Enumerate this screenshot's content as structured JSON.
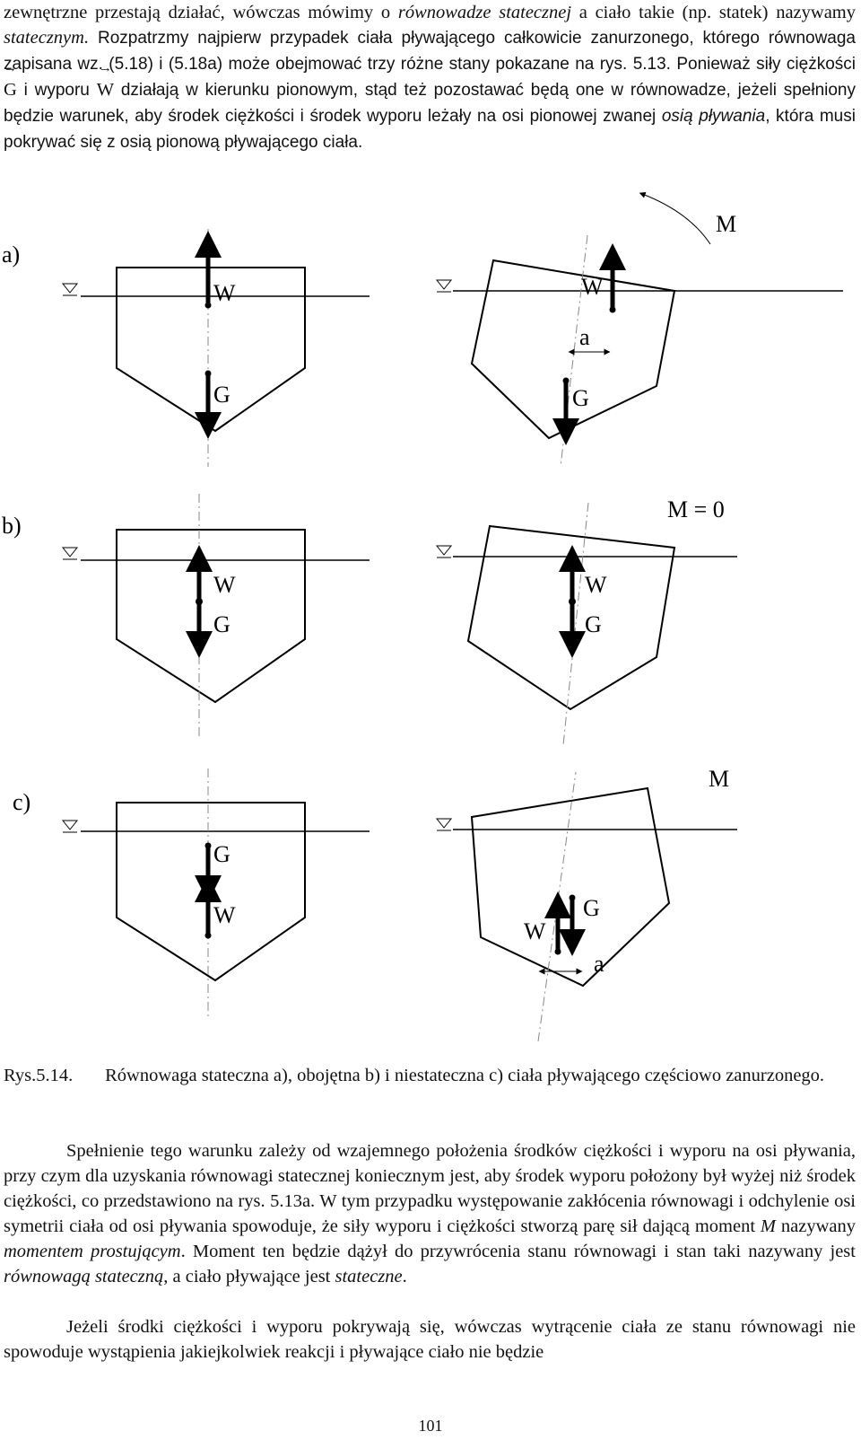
{
  "intro": {
    "l1a": "zewnętrzne przestają działać, wówczas mówimy o ",
    "l1b": "równowadze statecznej",
    "l1c": " a ciało takie (np. statek) nazywamy ",
    "l1d": "statecznym.",
    "l1e": " Rozpatrzmy najpierw przypadek ciała pływającego całkowicie zanurzonego, którego równowaga zapisana wz. (5.18) i (5.18a) może obejmować trzy różne stany pokazane na rys. 5.13.",
    "l2a": " Ponieważ siły ciężkości ",
    "G": "G",
    "l2b": " i wyporu ",
    "W": "W",
    "l2c": " działają w kierunku pionowym, stąd też pozostawać będą one w równowadze, jeżeli spełniony będzie warunek, aby środek ciężkości i środek wyporu leżały na osi pionowej zwanej ",
    "l2d": "osią pływania",
    "l2e": ", która musi pokrywać się z osią pionową pływającego ciała."
  },
  "figure": {
    "panel_a": "a)",
    "panel_b": "b)",
    "panel_c": "c)",
    "W": "W",
    "G": "G",
    "a": "a",
    "M": "M",
    "M0": "M = 0"
  },
  "caption": {
    "label": "Rys.5.14.",
    "text": "Równowaga stateczna a), obojętna b) i niestateczna c) ciała pływającego częściowo zanurzonego."
  },
  "body": {
    "p1a": "Spełnienie tego warunku zależy od wzajemnego położenia środków ciężkości i wyporu na osi pływania, przy czym dla uzyskania równowagi statecznej koniecznym jest, aby środek wyporu położony był wyżej niż środek ciężkości, co przedstawiono na rys. 5.13a. W tym przypadku występowanie zakłócenia równowagi i odchylenie osi symetrii ciała od osi pływania spowoduje, że siły wyporu i ciężkości stworzą parę sił dającą moment ",
    "p1M": "M",
    "p1b": " nazywany ",
    "p1c": "momentem prostującym",
    "p1d": ". Moment ten będzie dążył do przywrócenia stanu równowagi i stan taki nazywany jest ",
    "p1e": "równowagą stateczną",
    "p1f": ", a ciało pływające jest ",
    "p1g": "stateczne",
    "p1h": ".",
    "p2": "Jeżeli środki ciężkości i wyporu pokrywają się, wówczas wytrącenie ciała ze stanu równowagi nie spowoduje wystąpienia jakiejkolwiek reakcji i pływające ciało nie będzie"
  },
  "page_number": "101"
}
